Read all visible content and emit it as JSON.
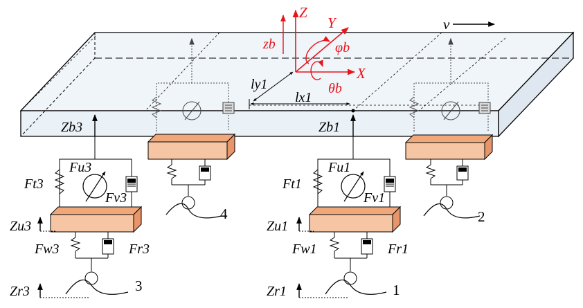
{
  "diagram": {
    "labels": {
      "v": "v",
      "Z": "Z",
      "Y": "Y",
      "X": "X",
      "zb": "zb",
      "phib": "φb",
      "thetab": "θb",
      "ly1": "ly1",
      "lx1": "lx1",
      "Zb3": "Zb3",
      "Zb1": "Zb1",
      "Fu3": "Fu3",
      "Fu1": "Fu1",
      "Ft3": "Ft3",
      "Ft1": "Ft1",
      "Fv3": "Fv3",
      "Fv1": "Fv1",
      "Zu3": "Zu3",
      "Zu1": "Zu1",
      "Fw3": "Fw3",
      "Fw1": "Fw1",
      "Fr3": "Fr3",
      "Fr1": "Fr1",
      "Zr3": "Zr3",
      "Zr1": "Zr1"
    },
    "wheel_numbers": {
      "w1": "1",
      "w2": "2",
      "w3": "3",
      "w4": "4"
    },
    "colors": {
      "axis_red": "#e8141b",
      "unsprung_fill": "#f6c6a4",
      "unsprung_side": "#f0a87a",
      "plate_fill": "#eef3f8",
      "plate_side": "#dde7f0"
    }
  }
}
